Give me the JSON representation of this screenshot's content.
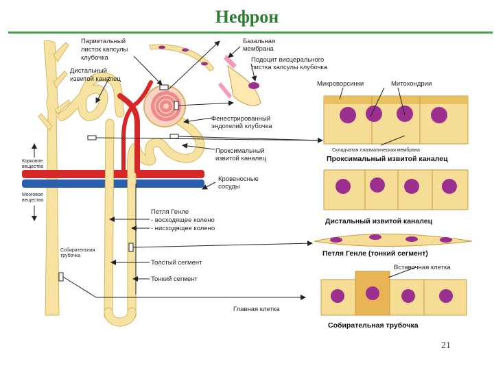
{
  "title": "Нефрон",
  "page_number": "21",
  "labels": {
    "parietal": [
      "Париетальный",
      "листок капсулы",
      "клубочка"
    ],
    "distal_tubule": [
      "Дистальный",
      "извитой каналец"
    ],
    "basal_membrane": [
      "Базальная",
      "мембрана"
    ],
    "podocyte": [
      "Подоцит висцерального",
      "листка капсулы клубочка"
    ],
    "microvilli": "Микроворсинки",
    "mitochondria": "Митохондрии",
    "fenestrated": [
      "Фенестрированный",
      "эндотелий клубочка"
    ],
    "folded_membrane": "Складчатая плазматическая мембрана",
    "proximal_tubule": [
      "Проксимальный",
      "извитой каналец"
    ],
    "cortex": [
      "Корковое",
      "вещество"
    ],
    "medulla": [
      "Мозговое",
      "вещество"
    ],
    "blood_vessels": [
      "Кровеносные",
      "сосуды"
    ],
    "henle_loop": [
      "Петля Генле",
      "- восходящее колено",
      "- нисходящее колено"
    ],
    "collecting_duct_small": [
      "Собирательная",
      "трубочка"
    ],
    "thick_segment": "Толстый сегмент",
    "thin_segment": "Тонкий сегмент",
    "principal_cell": "Главная клетка",
    "intercalated_cell": "Вставочная клетка"
  },
  "panel_titles": {
    "proximal": "Проксимальный извитой каналец",
    "distal": "Дистальный извитой каналец",
    "henle": "Петля Генле (тонкий сегмент)",
    "collecting": "Собирательная трубочка"
  },
  "colors": {
    "title": "#2e7d32",
    "rule": "#43a047",
    "tubule": "#f7e3a1",
    "tubule_edge": "#d9b35e",
    "artery": "#d62828",
    "vein": "#2b5fad",
    "glomerulus": "#f08a8a",
    "cell": "#f6dd95",
    "nucleus": "#9b2f8f",
    "podocyte": "#ffe9b0"
  }
}
